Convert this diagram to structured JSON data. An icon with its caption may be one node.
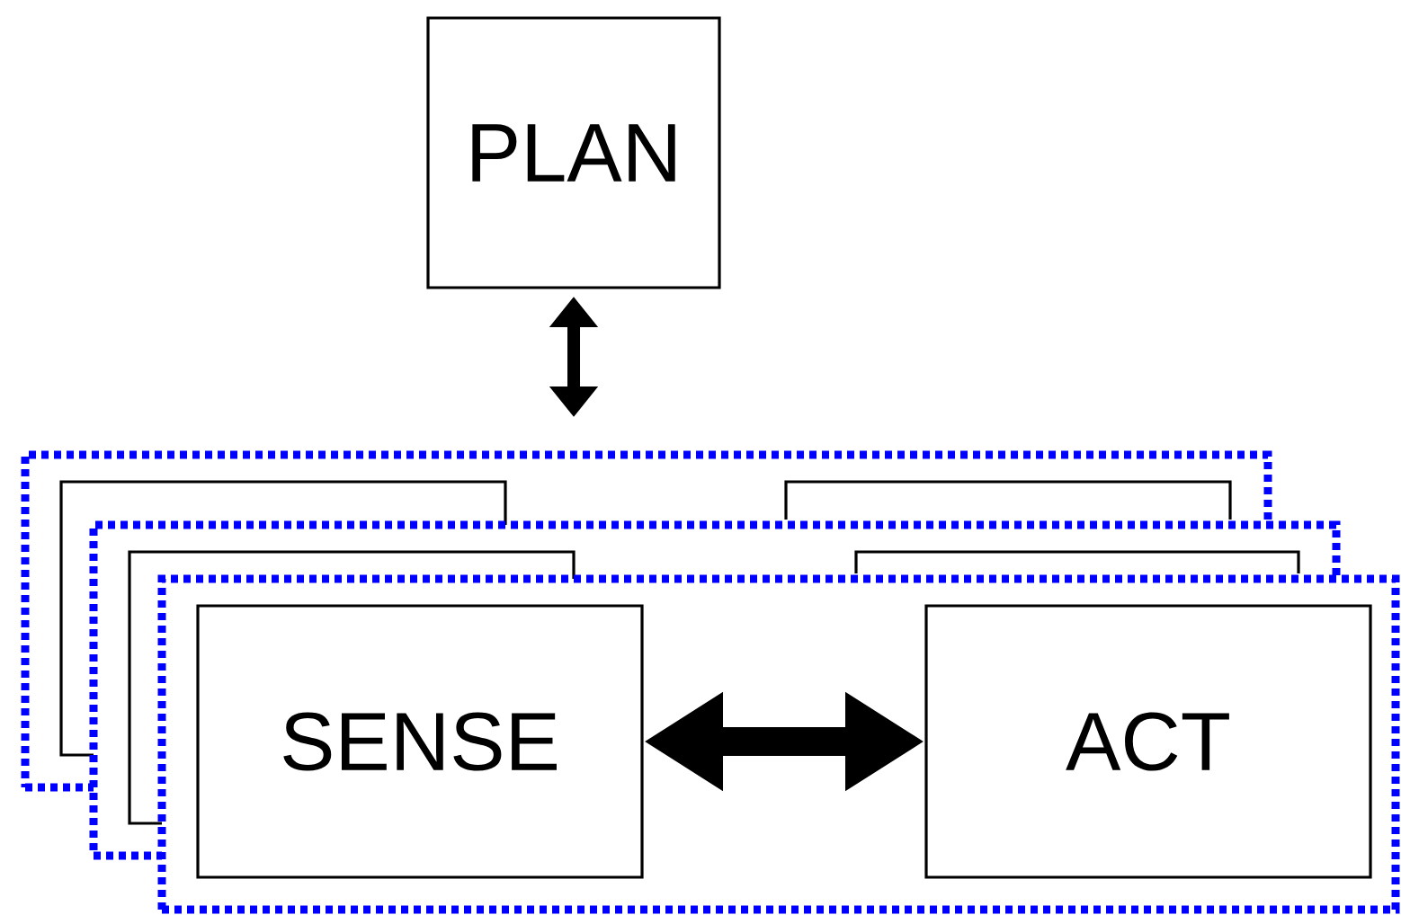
{
  "diagram": {
    "nodes": [
      {
        "text": [
          "PLAN"
        ]
      },
      {
        "text": [],
        "shape": "box"
      },
      {
        "text": [],
        "shape": "box",
        "in": 1
      },
      {
        "text": [],
        "shape": "box",
        "in": 1
      },
      {
        "text": [],
        "shape": "box"
      },
      {
        "text": [],
        "shape": "box",
        "in": 4
      },
      {
        "text": [],
        "shape": "box",
        "in": 4
      },
      {
        "text": [],
        "shape": "box"
      },
      {
        "text": [
          "SENSE"
        ],
        "in": 7
      },
      {
        "text": [
          "ACT"
        ],
        "in": 7
      }
    ],
    "edges": [
      {
        "from": 0,
        "to": 1,
        "arrow": "both"
      },
      {
        "from": 8,
        "to": 9,
        "arrow": "both",
        "style": "thick"
      }
    ]
  }
}
